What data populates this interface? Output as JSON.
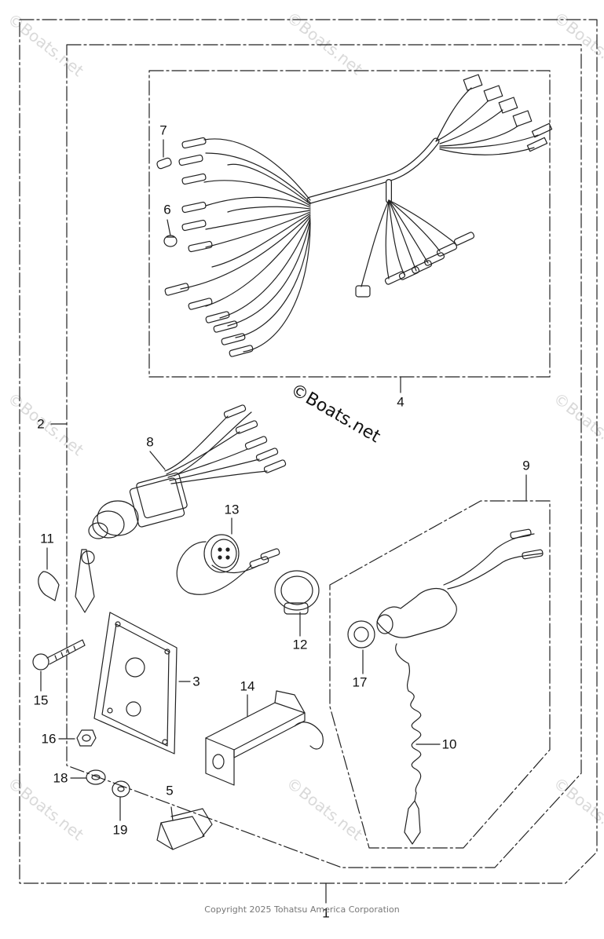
{
  "watermark": "©Boats.net",
  "copyright": "Copyright 2025 Tohatsu America Corporation",
  "callouts": {
    "c1": "1",
    "c2": "2",
    "c3": "3",
    "c4": "4",
    "c5": "5",
    "c6": "6",
    "c7": "7",
    "c8": "8",
    "c9": "9",
    "c10": "10",
    "c11": "11",
    "c12": "12",
    "c13": "13",
    "c14": "14",
    "c15": "15",
    "c16": "16",
    "c17": "17",
    "c18": "18",
    "c19": "19"
  }
}
